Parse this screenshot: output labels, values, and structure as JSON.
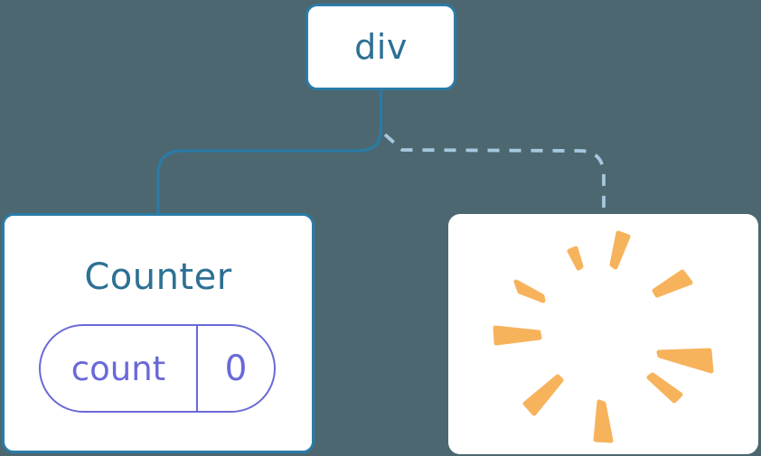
{
  "root_node": {
    "label": "div"
  },
  "counter_node": {
    "title": "Counter",
    "state": {
      "key": "count",
      "value": "0"
    }
  },
  "removed_node": {
    "icon": "poof-burst"
  },
  "connectors": {
    "to_counter_style": "solid",
    "to_removed_style": "dashed"
  },
  "colors": {
    "background": "#4C6770",
    "card_bg": "#FFFFFF",
    "node_border": "#2B7BA7",
    "node_text": "#2D7094",
    "state_accent": "#6A69D8",
    "dashed_connector": "#A6C8DE",
    "poof": "#F7B35C"
  }
}
